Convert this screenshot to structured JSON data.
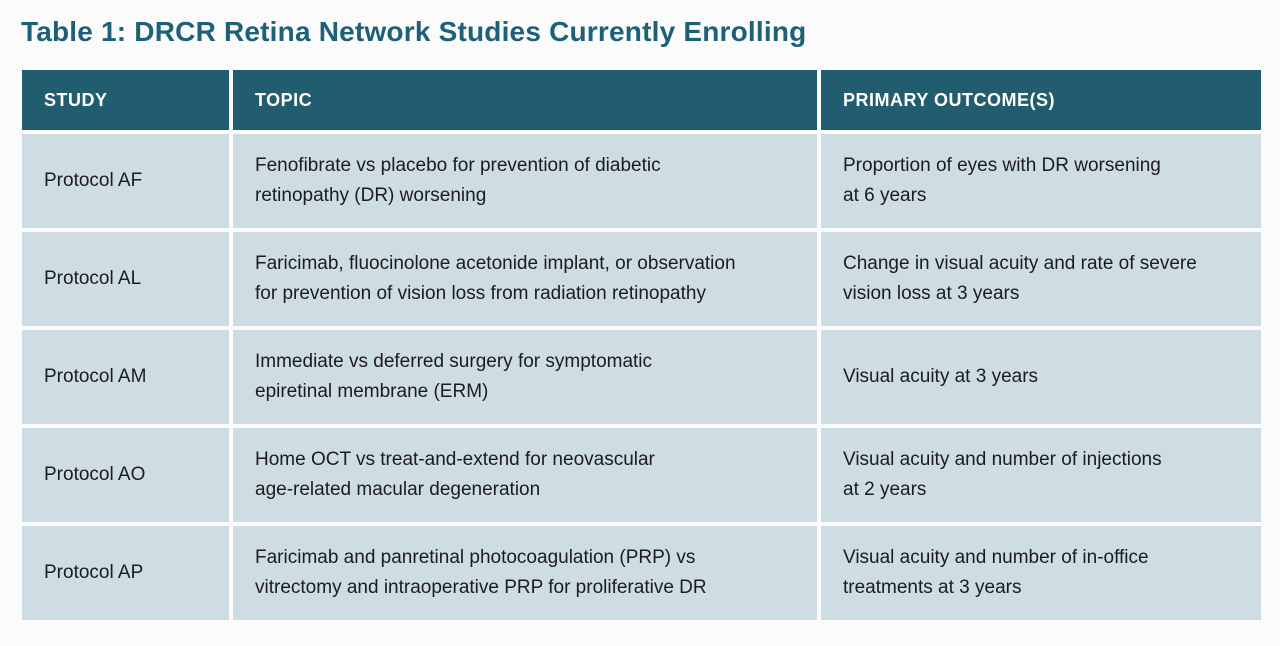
{
  "page": {
    "title": "Table 1: DRCR Retina Network Studies Currently Enrolling"
  },
  "colors": {
    "title_text": "#1E6077",
    "header_bg": "#215D6E",
    "header_text": "#FFFFFF",
    "row_bg": "#CEDCE3",
    "cell_text": "#1C1C1C",
    "divider": "#FFFFFF",
    "page_bg": "#FBFBFB"
  },
  "table": {
    "columns": [
      {
        "key": "study",
        "label": "STUDY"
      },
      {
        "key": "topic",
        "label": "TOPIC"
      },
      {
        "key": "outcome",
        "label": "PRIMARY OUTCOME(S)"
      }
    ],
    "rows": [
      {
        "study": "Protocol AF",
        "topic_lines": [
          "Fenofibrate vs placebo for prevention of diabetic",
          "retinopathy (DR) worsening"
        ],
        "outcome_lines": [
          "Proportion of eyes with DR worsening",
          "at 6 years"
        ]
      },
      {
        "study": "Protocol AL",
        "topic_lines": [
          "Faricimab, fluocinolone acetonide implant, or observation",
          "for prevention of vision loss from radiation retinopathy"
        ],
        "outcome_lines": [
          "Change in visual acuity and rate of severe",
          "vision loss at 3 years"
        ]
      },
      {
        "study": "Protocol AM",
        "topic_lines": [
          "Immediate vs deferred surgery for symptomatic",
          "epiretinal membrane (ERM)"
        ],
        "outcome_lines": [
          "Visual acuity at 3 years"
        ]
      },
      {
        "study": "Protocol AO",
        "topic_lines": [
          "Home OCT vs treat-and-extend for neovascular",
          "age-related macular degeneration"
        ],
        "outcome_lines": [
          "Visual acuity and number of injections",
          "at 2 years"
        ]
      },
      {
        "study": "Protocol AP",
        "topic_lines": [
          "Faricimab and panretinal photocoagulation (PRP) vs",
          "vitrectomy and intraoperative PRP for proliferative DR"
        ],
        "outcome_lines": [
          "Visual acuity and number of in-office",
          "treatments at 3 years"
        ]
      }
    ]
  }
}
